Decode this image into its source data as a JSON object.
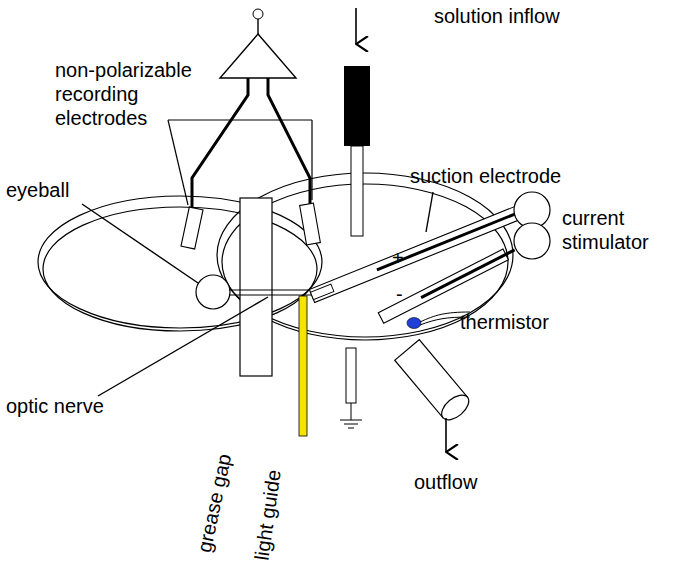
{
  "diagram": {
    "labels": [
      "solution inflow",
      "non-polarizable recording electrodes",
      "eyeball",
      "suction electrode",
      "current stimulator",
      "+",
      "-",
      "thermistor",
      "optic nerve",
      "grease gap",
      "light guide",
      "outflow"
    ]
  }
}
